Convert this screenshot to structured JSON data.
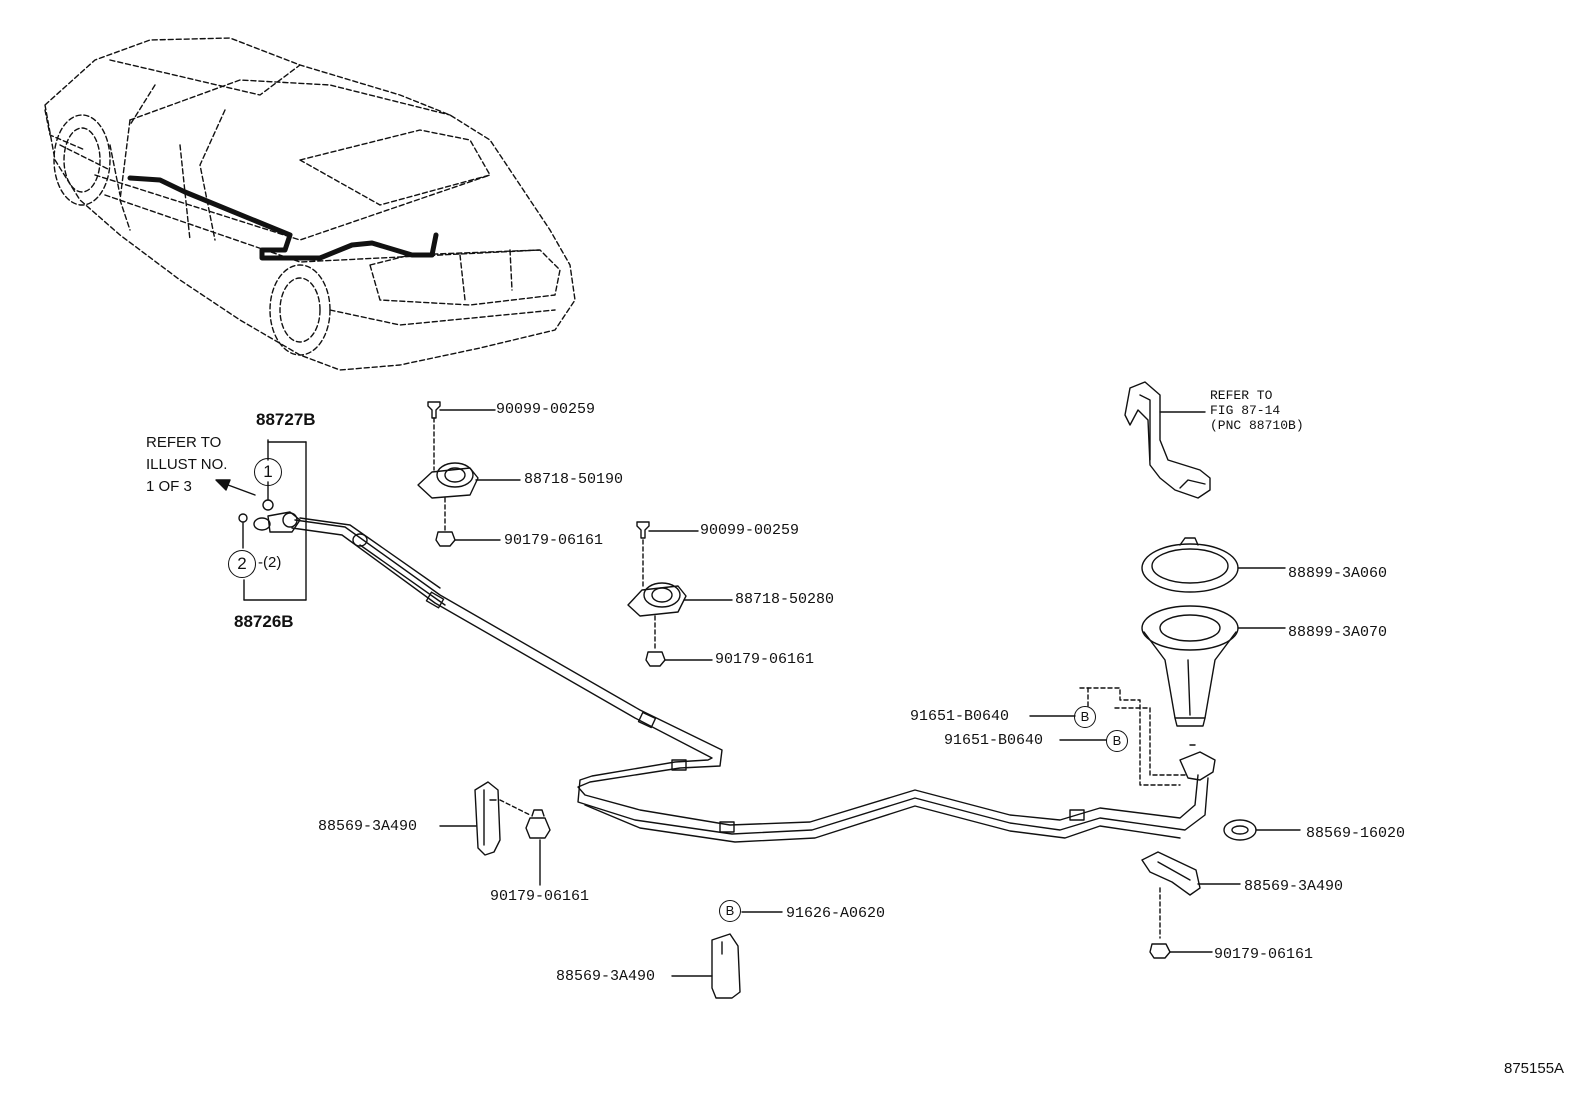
{
  "diagram": {
    "callouts": {
      "c88727B": "88727B",
      "c88726B": "88726B",
      "c90099_a": "90099-00259",
      "c88718_50190": "88718-50190",
      "c90179_a": "90179-06161",
      "c90099_b": "90099-00259",
      "c88718_50280": "88718-50280",
      "c90179_b": "90179-06161",
      "c88899_3A060": "88899-3A060",
      "c88899_3A070": "88899-3A070",
      "c91651_a": "91651-B0640",
      "c91651_b": "91651-B0640",
      "c88569_16020": "88569-16020",
      "c88569_r": "88569-3A490",
      "c90179_r": "90179-06161",
      "c88569_l": "88569-3A490",
      "c90179_l": "90179-06161",
      "c91626": "91626-A0620",
      "c88569_m": "88569-3A490"
    },
    "refer_left": {
      "line1": "REFER TO",
      "line2": "ILLUST NO.",
      "line3": "1 OF 3"
    },
    "refer_right": {
      "line1": "REFER TO",
      "line2": "FIG 87-14",
      "line3": "(PNC 88710B)"
    },
    "markers": {
      "one": "1",
      "two": "2",
      "two_qty": "-(2)",
      "b": "B"
    },
    "figure_code": "875155A"
  }
}
